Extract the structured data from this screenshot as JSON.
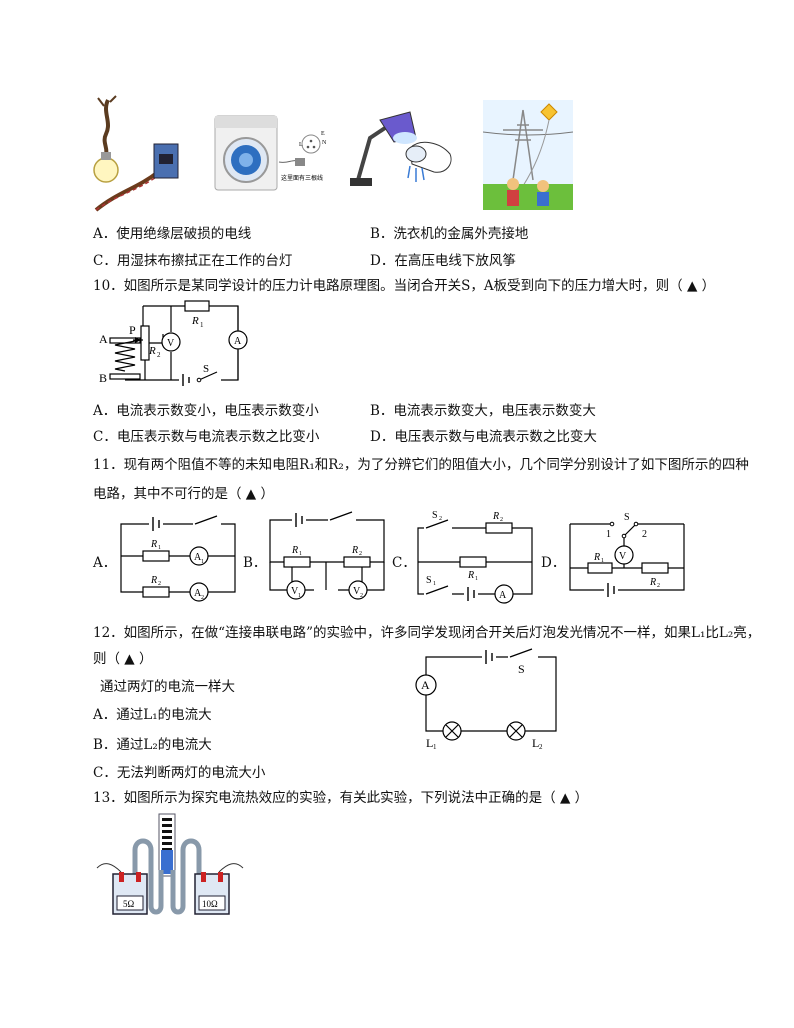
{
  "q9": {
    "options": {
      "a": "A．使用绝缘层破损的电线",
      "b": "B．洗衣机的金属外壳接地",
      "c": "C．用湿抹布擦拭正在工作的台灯",
      "d": "D．在高压电线下放风筝"
    },
    "washer_note": "这里面有三根线",
    "plug_letters": [
      "L",
      "E",
      "N"
    ]
  },
  "q10": {
    "stem": "10．如图所示是某同学设计的压力计电路原理图。当闭合开关S，A板受到向下的压力增大时，则（ ▲ ）",
    "diagram": {
      "A": "A",
      "B": "B",
      "P": "P",
      "R1": "R",
      "R1_sub": "1",
      "R2": "R",
      "R2_sub": "2",
      "V": "V",
      "Am": "A",
      "S": "S"
    },
    "options": {
      "a": "A．电流表示数变小，电压表示数变小",
      "b": "B．电流表示数变大，电压表示数变大",
      "c": "C．电压表示数与电流表示数之比变小",
      "d": "D．电压表示数与电流表示数之比变大"
    }
  },
  "q11": {
    "stem1": "11．现有两个阻值不等的未知电阻R₁和R₂，为了分辨它们的阻值大小，几个同学分别设计了如下图所示的四种",
    "stem2": "电路，其中不可行的是（ ▲ ）",
    "labels": {
      "a": "A．",
      "b": "B．",
      "c": "C．",
      "d": "D．"
    }
  },
  "q12": {
    "stem1": "12．如图所示，在做“连接串联电路”的实验中，许多同学发现闭合开关后灯泡发光情况不一样，如果L₁比L₂亮，",
    "stem2": "则（ ▲ ）",
    "options": {
      "a": "通过两灯的电流一样大",
      "b": "A．通过L₁的电流大",
      "c": "B．通过L₂的电流大",
      "d": "C．无法判断两灯的电流大小"
    },
    "diagram": {
      "Am": "A",
      "S": "S",
      "L1": "L",
      "L2": "L"
    }
  },
  "q13": {
    "stem": "13．如图所示为探究电流热效应的实验，有关此实验，下列说法中正确的是（ ▲ ）",
    "r_left": "5Ω",
    "r_right": "10Ω"
  },
  "colors": {
    "lamp": "#6a5acd",
    "washer_drum": "#2e6fc0",
    "tower_green": "#6cbf3c"
  }
}
